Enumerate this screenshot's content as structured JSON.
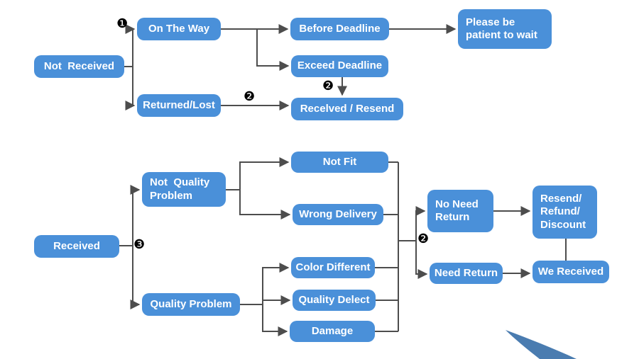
{
  "diagram": {
    "description": "Order dispute resolution flowchart",
    "colors": {
      "node_fill": "#4a90d9",
      "node_text": "#ffffff",
      "line": "#4d4d4d",
      "swoosh": "#4a7cb0",
      "background": "#ffffff"
    },
    "nodes": {
      "not_received": {
        "label": "Not  Received"
      },
      "on_the_way": {
        "label": "On The Way"
      },
      "returned_lost": {
        "label": "Returned/Lost"
      },
      "before_deadline": {
        "label": "Before Deadline"
      },
      "exceed_deadline": {
        "label": "Exceed Deadline"
      },
      "received_resend": {
        "label": "Recelved / Resend"
      },
      "please_wait": {
        "label": "Please be\npatient to wait"
      },
      "received": {
        "label": "Received"
      },
      "not_quality_problem": {
        "label": "Not  Quality\nProblem"
      },
      "quality_problem": {
        "label": "Quality Problem"
      },
      "not_fit": {
        "label": "Not Fit"
      },
      "wrong_delivery": {
        "label": "Wrong Delivery"
      },
      "color_different": {
        "label": "Color Different"
      },
      "quality_delect": {
        "label": "Quality Delect"
      },
      "damage": {
        "label": "Damage"
      },
      "no_need_return": {
        "label": "No Need\nReturn"
      },
      "need_return": {
        "label": "Need Return"
      },
      "resend_refund_discount": {
        "label": "Resend/\nRefund/\nDiscount"
      },
      "we_received": {
        "label": "We Received"
      }
    },
    "markers": {
      "m1": "❶",
      "m2a": "❷",
      "m2b": "❷",
      "m2c": "❷",
      "m3": "❸"
    }
  }
}
